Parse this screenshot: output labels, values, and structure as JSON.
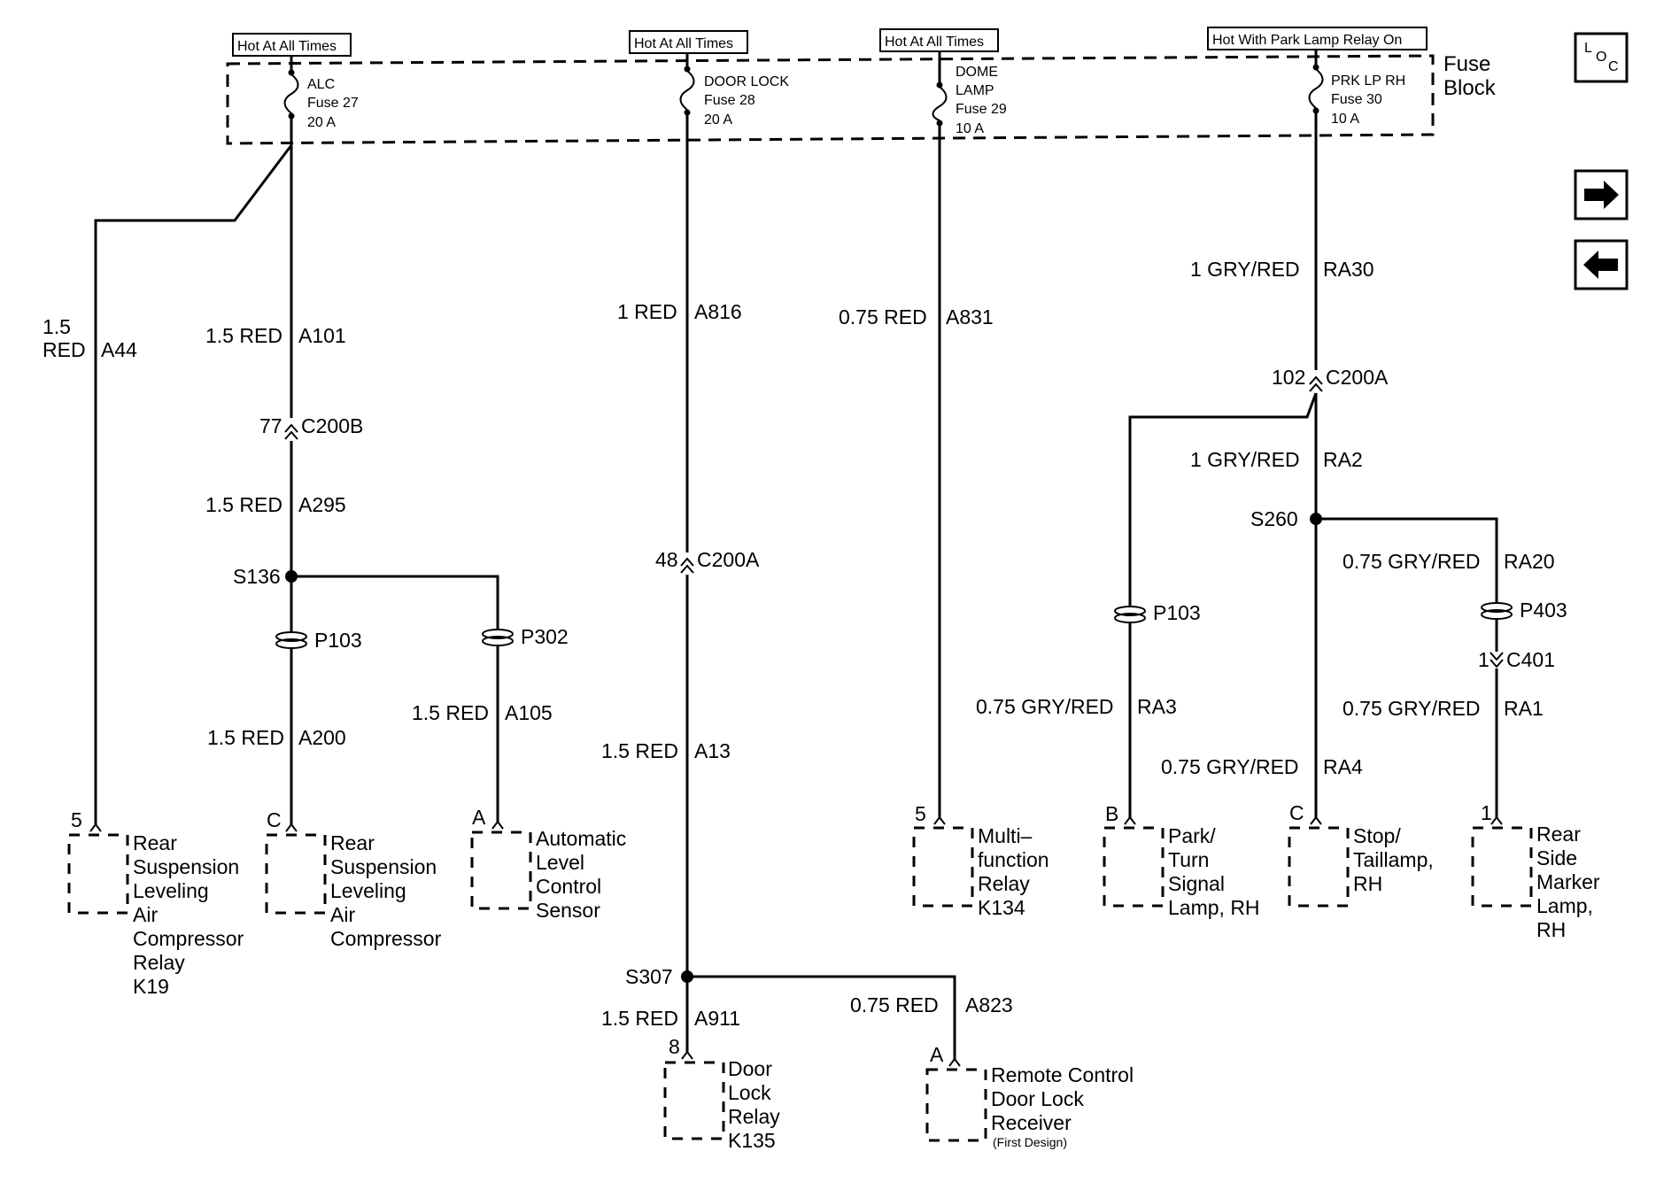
{
  "headers": {
    "h1": "Hot At All Times",
    "h2": "Hot At All Times",
    "h3": "Hot At All Times",
    "h4": "Hot With Park Lamp Relay On"
  },
  "fuse_block": {
    "line1": "Fuse",
    "line2": "Block"
  },
  "fuses": {
    "f27": [
      "ALC",
      "Fuse 27",
      "20 A"
    ],
    "f28": [
      "DOOR LOCK",
      "Fuse 28",
      "20 A"
    ],
    "f29": [
      "DOME",
      "LAMP",
      "Fuse 29",
      "10 A"
    ],
    "f30": [
      "PRK LP RH",
      "Fuse 30",
      "10 A"
    ]
  },
  "wires": {
    "a44_size": "1.5",
    "a44_color": "RED",
    "a44_id": "A44",
    "a101": "1.5 RED",
    "a101_id": "A101",
    "a295": "1.5 RED",
    "a295_id": "A295",
    "a200": "1.5 RED",
    "a200_id": "A200",
    "a105": "1.5 RED",
    "a105_id": "A105",
    "a816": "1 RED",
    "a816_id": "A816",
    "a13": "1.5 RED",
    "a13_id": "A13",
    "a911": "1.5 RED",
    "a911_id": "A911",
    "a823": "0.75 RED",
    "a823_id": "A823",
    "a831": "0.75 RED",
    "a831_id": "A831",
    "ra30": "1 GRY/RED",
    "ra30_id": "RA30",
    "ra2": "1 GRY/RED",
    "ra2_id": "RA2",
    "ra3": "0.75 GRY/RED",
    "ra3_id": "RA3",
    "ra4": "0.75 GRY/RED",
    "ra4_id": "RA4",
    "ra20": "0.75 GRY/RED",
    "ra20_id": "RA20",
    "ra1": "0.75 GRY/RED",
    "ra1_id": "RA1"
  },
  "connectors": {
    "c200b_pin": "77",
    "c200b": "C200B",
    "c200a_left_pin": "48",
    "c200a_left": "C200A",
    "c200a_right_pin": "102",
    "c200a_right": "C200A",
    "c401_pin": "1",
    "c401": "C401"
  },
  "splices": {
    "s136": "S136",
    "s307": "S307",
    "s260": "S260"
  },
  "passthroughs": {
    "p103_left": "P103",
    "p302": "P302",
    "p103_right": "P103",
    "p403": "P403"
  },
  "pins": {
    "k19": "5",
    "compressor": "C",
    "sensor": "A",
    "k134": "5",
    "k135": "8",
    "receiver": "A",
    "park_turn": "B",
    "stop_tail": "C",
    "side_marker": "1"
  },
  "components": {
    "k19": [
      "Rear",
      "Suspension",
      "Leveling",
      "Air",
      "Compressor",
      "Relay",
      "K19"
    ],
    "compressor": [
      "Rear",
      "Suspension",
      "Leveling",
      "Air",
      "Compressor"
    ],
    "sensor": [
      "Automatic",
      "Level",
      "Control",
      "Sensor"
    ],
    "k134": [
      "Multi–",
      "function",
      "Relay",
      "K134"
    ],
    "k135": [
      "Door",
      "Lock",
      "Relay",
      "K135"
    ],
    "receiver": [
      "Remote Control",
      "Door Lock",
      "Receiver"
    ],
    "receiver_note": "(First Design)",
    "park_turn": [
      "Park/",
      "Turn",
      "Signal",
      "Lamp, RH"
    ],
    "stop_tail": [
      "Stop/",
      "Taillamp,",
      "RH"
    ],
    "side_marker": [
      "Rear",
      "Side",
      "Marker",
      "Lamp,",
      "RH"
    ]
  },
  "nav": {
    "loc_icon": "L O C",
    "forward_icon": "right-arrow",
    "back_icon": "left-arrow"
  }
}
